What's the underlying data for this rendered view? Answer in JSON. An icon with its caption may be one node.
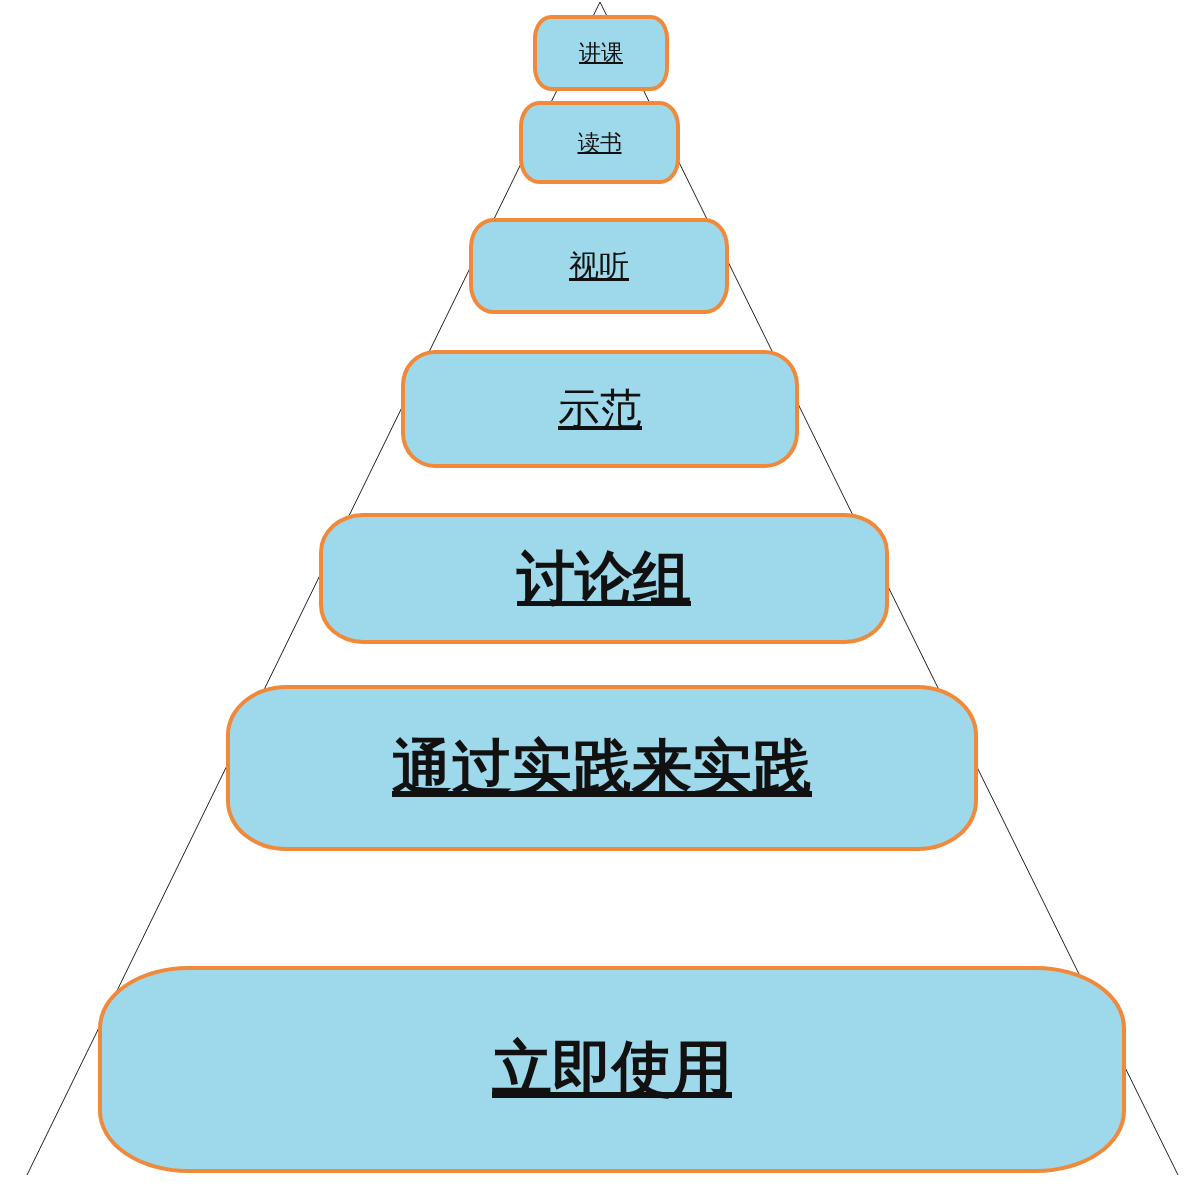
{
  "diagram": {
    "nodes": [
      {
        "text": [
          "讲课"
        ]
      },
      {
        "text": [
          "读书"
        ]
      },
      {
        "text": [
          "视听"
        ]
      },
      {
        "text": [
          "示范"
        ]
      },
      {
        "text": [
          "讨论组"
        ]
      },
      {
        "text": [
          "通过实践来实践"
        ]
      },
      {
        "text": [
          "立即使用"
        ]
      }
    ]
  }
}
